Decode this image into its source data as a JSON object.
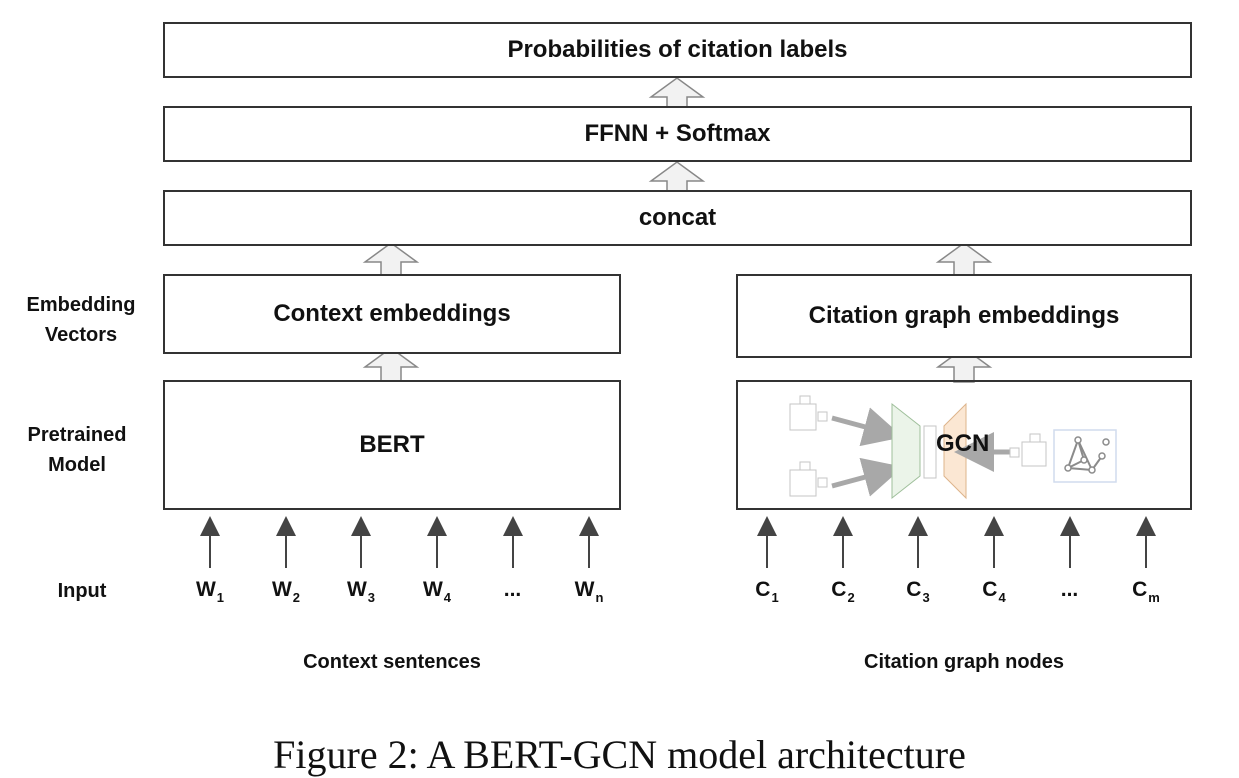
{
  "figure": {
    "caption": "Figure 2: A BERT-GCN model architecture"
  },
  "layers": {
    "probabilities": "Probabilities of citation labels",
    "ffnn": "FFNN + Softmax",
    "concat": "concat",
    "context_embeddings": "Context embeddings",
    "citation_embeddings": "Citation graph embeddings",
    "bert": "BERT",
    "gcn": "GCN"
  },
  "row_labels": {
    "embedding": [
      "Embedding",
      "Vectors"
    ],
    "pretrained": [
      "Pretrained",
      "Model"
    ],
    "input": "Input"
  },
  "inputs": {
    "context_tokens": [
      {
        "base": "W",
        "sub": "1"
      },
      {
        "base": "W",
        "sub": "2"
      },
      {
        "base": "W",
        "sub": "3"
      },
      {
        "base": "W",
        "sub": "4"
      },
      {
        "base": "...",
        "sub": ""
      },
      {
        "base": "W",
        "sub": "n"
      }
    ],
    "citation_tokens": [
      {
        "base": "C",
        "sub": "1"
      },
      {
        "base": "C",
        "sub": "2"
      },
      {
        "base": "C",
        "sub": "3"
      },
      {
        "base": "C",
        "sub": "4"
      },
      {
        "base": "...",
        "sub": ""
      },
      {
        "base": "C",
        "sub": "m"
      }
    ],
    "context_caption": "Context sentences",
    "citation_caption": "Citation graph nodes"
  },
  "colors": {
    "box_border": "#333333",
    "arrow_fill": "#f2f2f2",
    "arrow_stroke": "#888888",
    "gcn_green": "#e8f3e6",
    "gcn_orange": "#fbe3cc",
    "graph_blue": "#c9d6ea"
  }
}
